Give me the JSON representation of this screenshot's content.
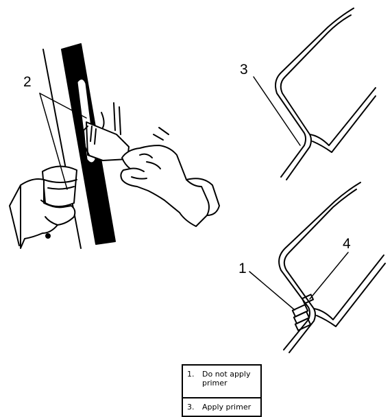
{
  "figure": {
    "callouts": {
      "left_label": "2",
      "top_right_label": "3",
      "bottom_label_left": "1",
      "bottom_label_right": "4"
    }
  },
  "legend": {
    "rows": [
      {
        "number": "1.",
        "text": "Do not apply primer"
      },
      {
        "number": "3.",
        "text": "Apply primer"
      }
    ]
  }
}
